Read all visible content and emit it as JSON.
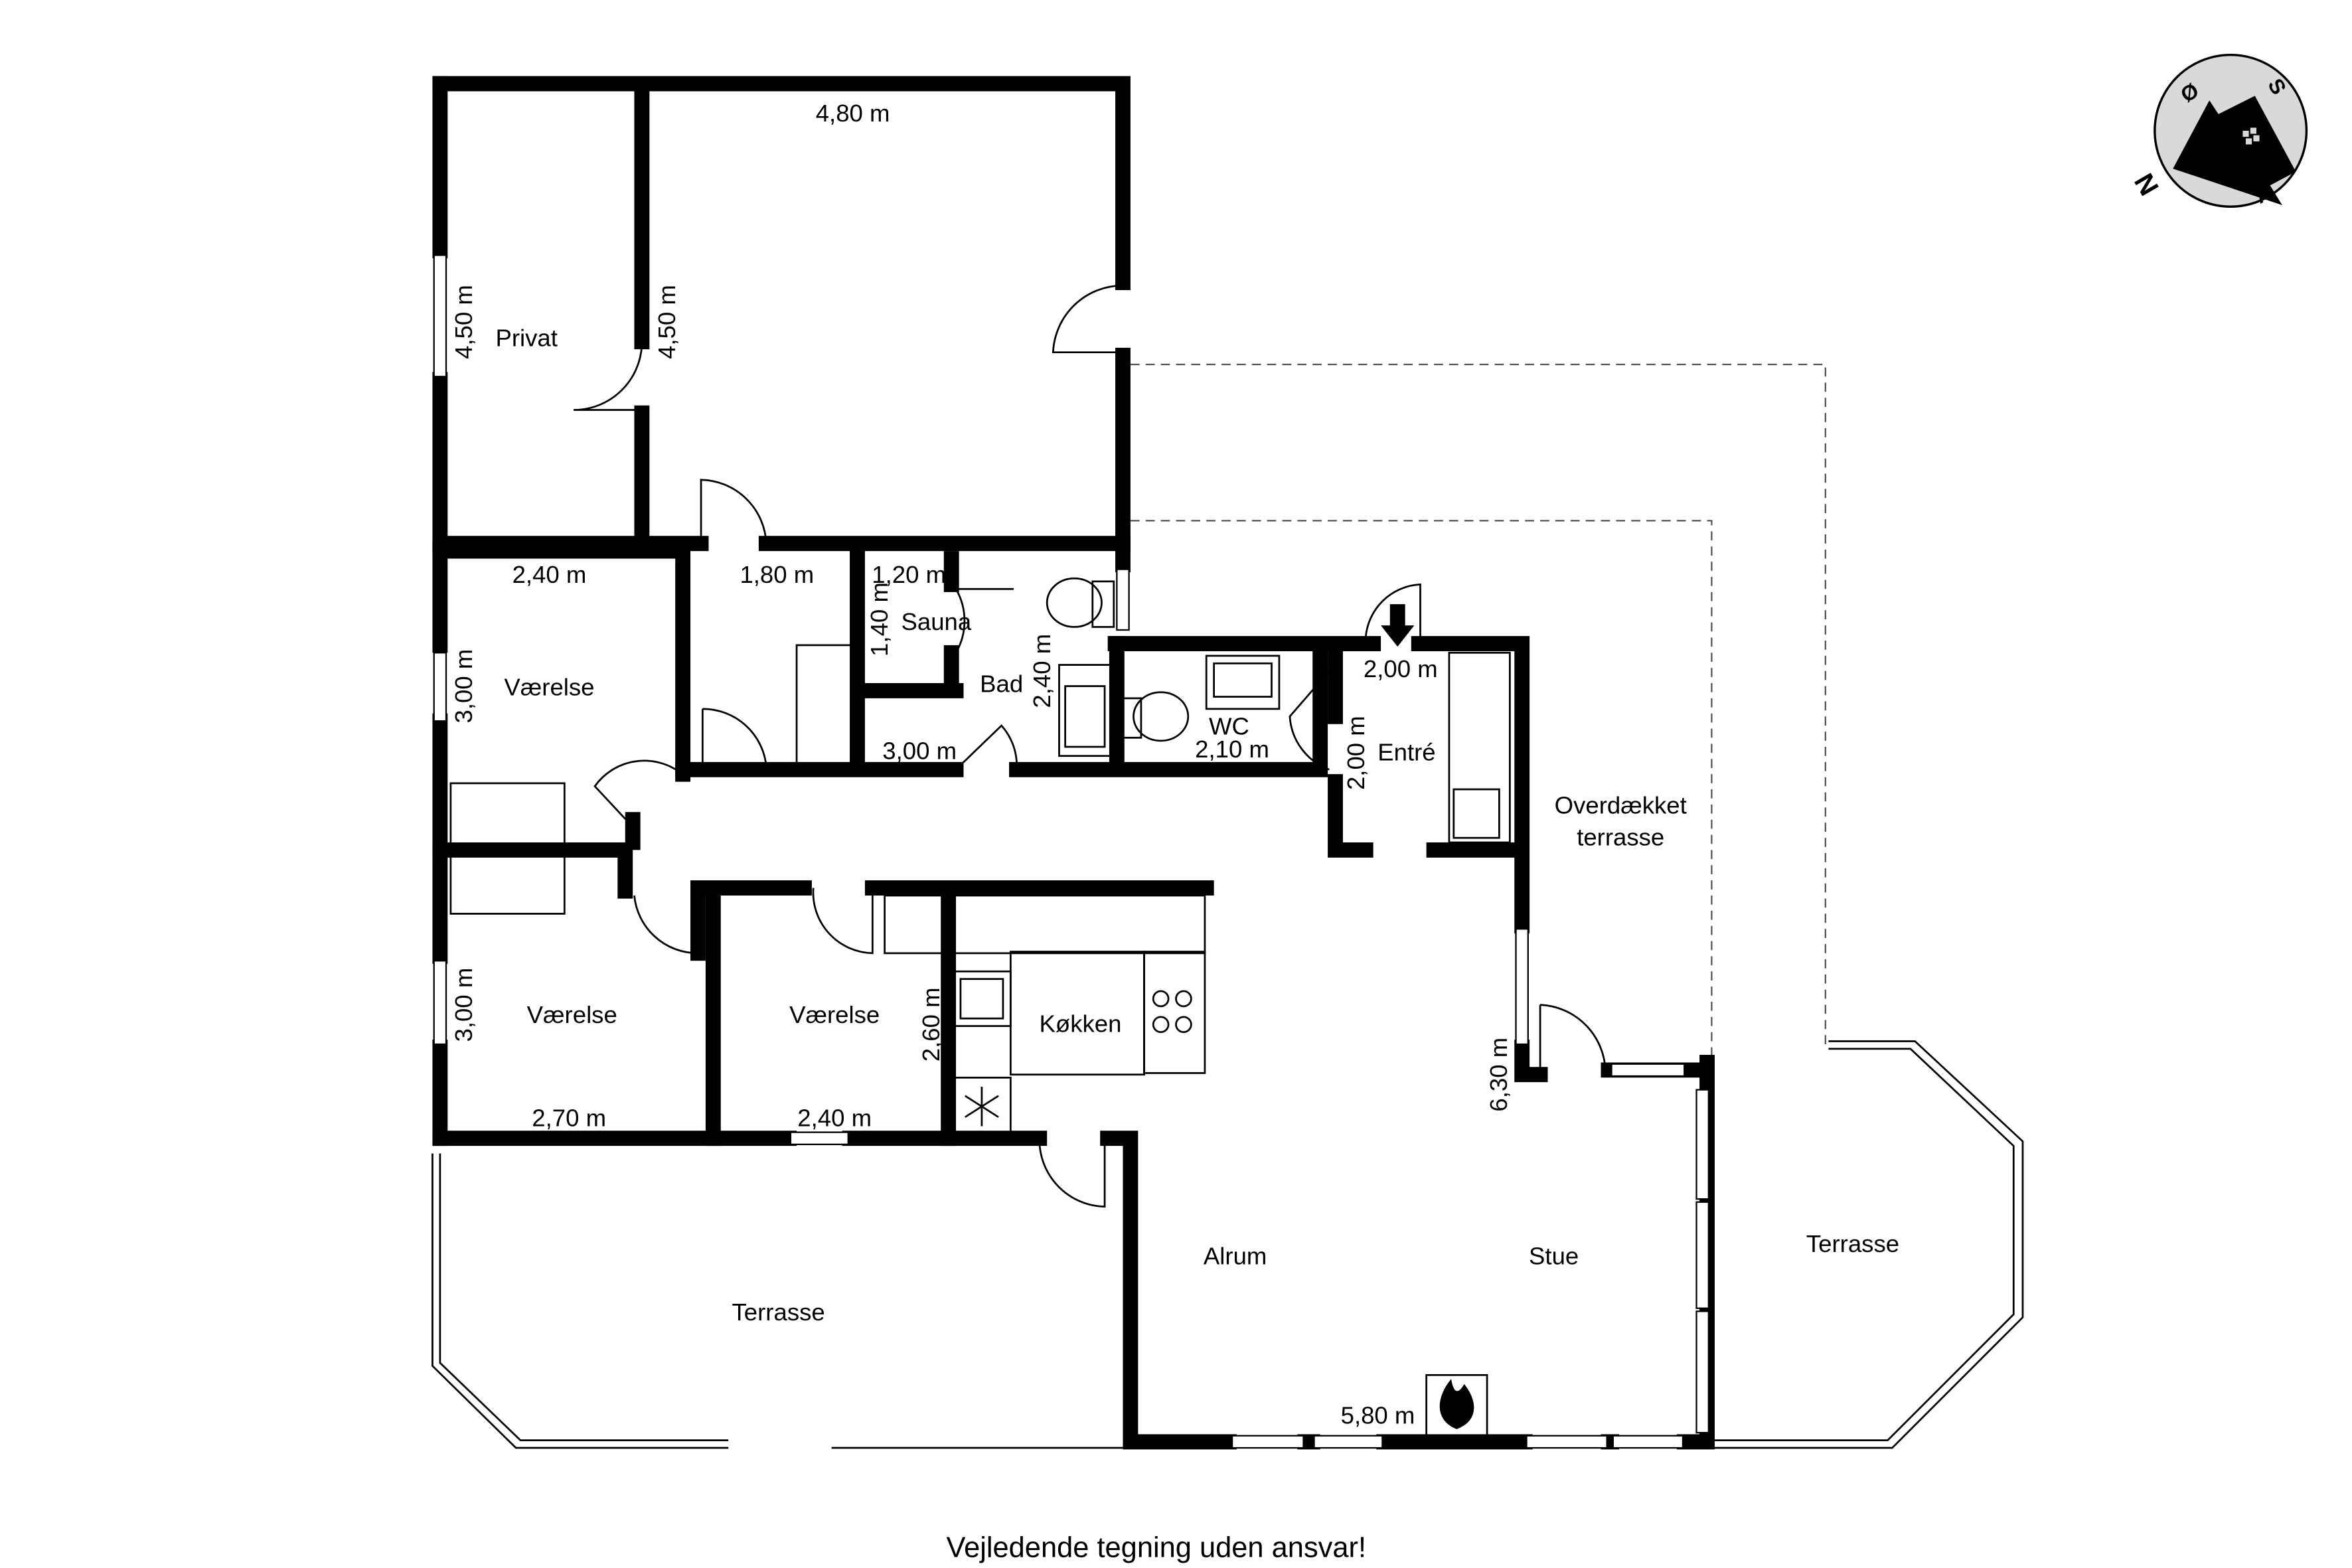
{
  "rooms": {
    "privat": "Privat",
    "vaerelse1": "Værelse",
    "vaerelse2": "Værelse",
    "vaerelse3": "Værelse",
    "sauna": "Sauna",
    "bad": "Bad",
    "wc": "WC",
    "entre": "Entré",
    "overdaekket1": "Overdækket",
    "overdaekket2": "terrasse",
    "koekken": "Køkken",
    "alrum": "Alrum",
    "stue": "Stue",
    "terrasse_left": "Terrasse",
    "terrasse_right": "Terrasse"
  },
  "dimensions": {
    "big_room_width": "4,80 m",
    "privat_height": "4,50 m",
    "big_room_height": "4,50 m",
    "vaerelse1_width": "2,40 m",
    "hall_width": "1,80 m",
    "sauna_width": "1,20 m",
    "sauna_height": "1,40 m",
    "bad_height": "2,40 m",
    "bad_width": "3,00 m",
    "vaerelse1_height": "3,00 m",
    "wc_width": "2,10 m",
    "entre_width": "2,00 m",
    "entre_height": "2,00 m",
    "vaerelse2_height": "3,00 m",
    "vaerelse2_width": "2,70 m",
    "vaerelse3_width": "2,40 m",
    "vaerelse3_height": "2,60 m",
    "stue_height": "6,30 m",
    "stue_width": "5,80 m"
  },
  "compass": {
    "n": "N",
    "o": "Ø",
    "s": "S",
    "v": "V"
  },
  "footer": "Vejledende tegning uden ansvar!"
}
